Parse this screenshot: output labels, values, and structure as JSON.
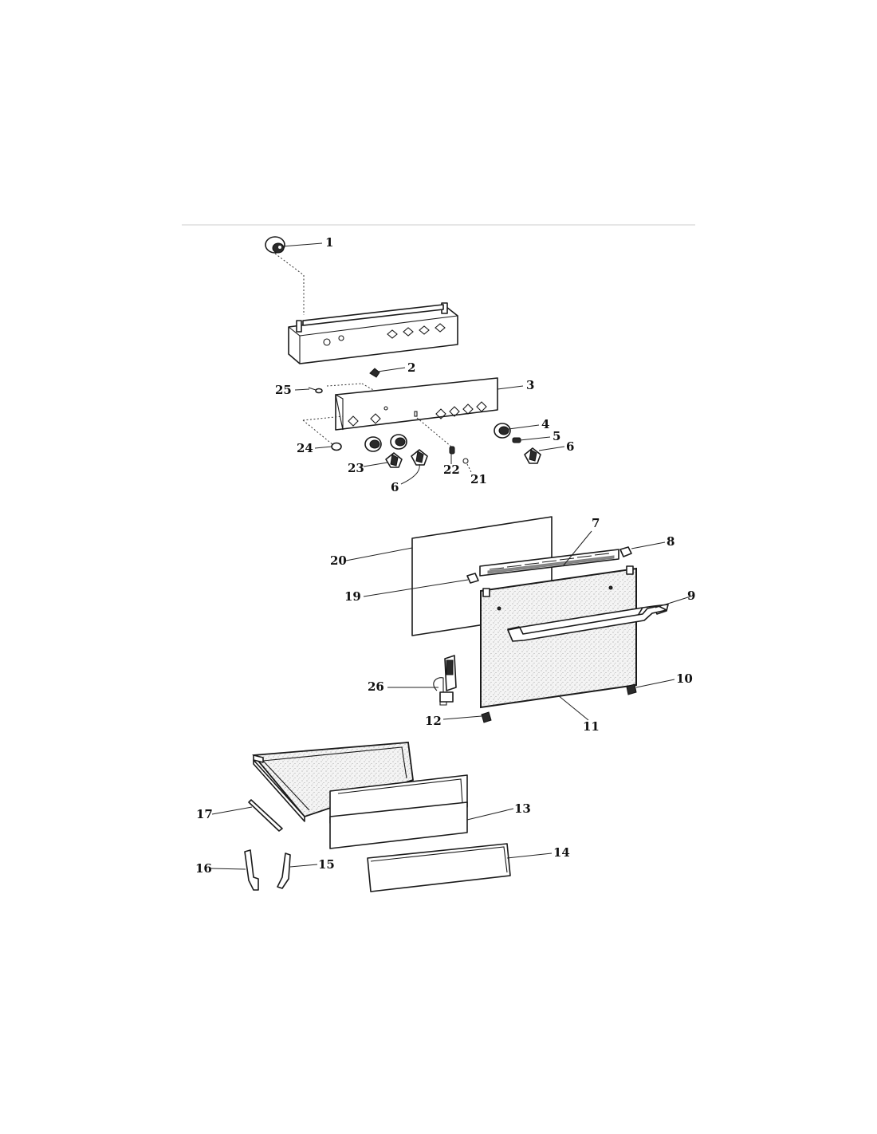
{
  "callouts": {
    "c1": "1",
    "c2": "2",
    "c3": "3",
    "c4": "4",
    "c5": "5",
    "c6a": "6",
    "c6b": "6",
    "c7": "7",
    "c8": "8",
    "c9": "9",
    "c10": "10",
    "c11": "11",
    "c12": "12",
    "c13": "13",
    "c14": "14",
    "c15": "15",
    "c16": "16",
    "c17": "17",
    "c19": "19",
    "c20": "20",
    "c21": "21",
    "c22": "22",
    "c23": "23",
    "c24": "24",
    "c25": "25",
    "c26": "26"
  },
  "colors": {
    "line": "#1a1a1a",
    "panel_fill": "#f1f1f1",
    "rule": "#d8d8d8"
  }
}
